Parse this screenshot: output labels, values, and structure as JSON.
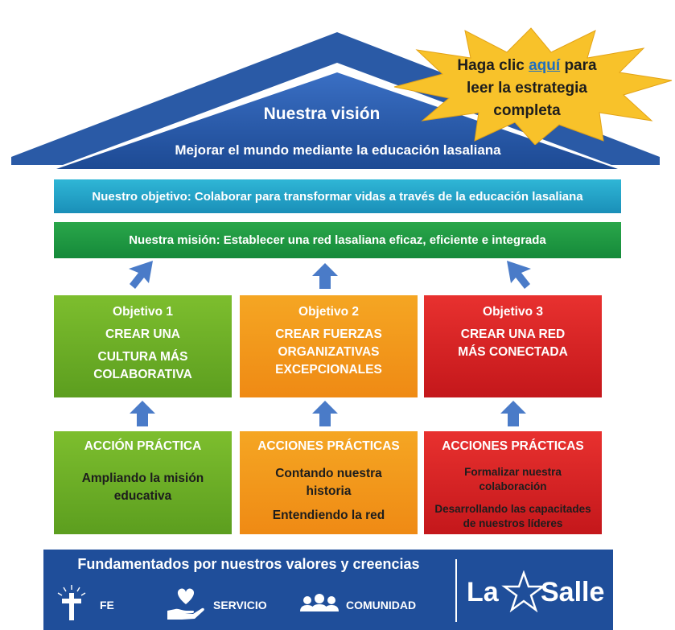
{
  "vision": {
    "title": "Nuestra visión",
    "text": "Mejorar el mundo mediante la educación lasaliana"
  },
  "callout": {
    "prefix": "Haga clic ",
    "link": "aquí",
    "suffix_1": " para",
    "line_2": "leer la estrategia",
    "line_3": "completa"
  },
  "objective_band": "Nuestro objetivo: Colaborar para transformar vidas a través de la educación lasaliana",
  "mission_band": "Nuestra misión: Establecer una red lasaliana eficaz, eficiente e integrada",
  "goals": [
    {
      "label": "Objetivo 1",
      "lines": [
        "CREAR UNA",
        "CULTURA MÁS",
        "COLABORATIVA"
      ]
    },
    {
      "label": "Objetivo 2",
      "lines": [
        "CREAR FUERZAS",
        "ORGANIZATIVAS",
        "EXCEPCIONALES"
      ]
    },
    {
      "label": "Objetivo 3",
      "lines": [
        "CREAR UNA RED",
        "MÁS CONECTADA"
      ]
    }
  ],
  "actions": [
    {
      "head": "ACCIÓN PRÁCTICA",
      "items": [
        "Ampliando la misión",
        "educativa"
      ]
    },
    {
      "head": "ACCIONES PRÁCTICAS",
      "items": [
        "Contando nuestra",
        "historia",
        "Entendiendo la red"
      ]
    },
    {
      "head": "ACCIONES PRÁCTICAS",
      "items": [
        "Formalizar nuestra",
        "colaboración",
        "Desarrollando las capacitades",
        "de nuestros líderes"
      ]
    }
  ],
  "foundation": {
    "title": "Fundamentados por nuestros valores y creencias",
    "values": [
      "FE",
      "SERVICIO",
      "COMUNIDAD"
    ],
    "logo_left": "La",
    "logo_right": "Salle"
  },
  "colors": {
    "roof": "#2a5aa6",
    "green": "#6aae27",
    "orange": "#f39a1b",
    "red": "#d82424",
    "base": "#1f4e9a",
    "starburst": "#f8c22a"
  }
}
